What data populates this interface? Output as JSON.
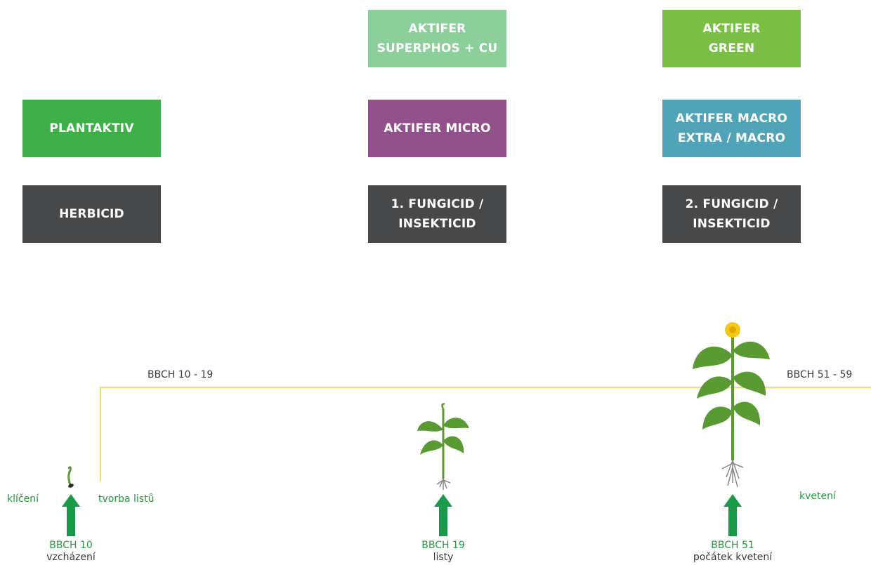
{
  "products": {
    "row1": [
      {
        "text": "AKTIFER\nSUPERPHOS + CU",
        "color": "#8dcf9a"
      },
      {
        "text": "AKTIFER\nGREEN",
        "color": "#7bbf47"
      }
    ],
    "row2": [
      {
        "text": "PLANTAKTIV",
        "color": "#3fb049"
      },
      {
        "text": "AKTIFER MICRO",
        "color": "#91528c"
      },
      {
        "text": "AKTIFER MACRO\nEXTRA / MACRO",
        "color": "#51a3b7"
      }
    ],
    "row3": [
      {
        "text": "HERBICID",
        "color": "#474849"
      },
      {
        "text": "1. FUNGICID /\nINSEKTICID",
        "color": "#474849"
      },
      {
        "text": "2. FUNGICID /\nINSEKTICID",
        "color": "#474849"
      }
    ]
  },
  "timeline": {
    "range1": "BBCH 10 - 19",
    "range2": "BBCH 51 - 59",
    "line_color": "#e4e07a"
  },
  "phases": {
    "germination": "klíčení",
    "leaf_formation": "tvorba listů",
    "flowering": "kvetení"
  },
  "stages": [
    {
      "code": "BBCH 10",
      "name": "vzcházení"
    },
    {
      "code": "BBCH 19",
      "name": "listy"
    },
    {
      "code": "BBCH 51",
      "name": "počátek kvetení"
    }
  ],
  "colors": {
    "arrow": "#199a48",
    "leaf": "#5a9a32",
    "flower": "#f2c919"
  }
}
